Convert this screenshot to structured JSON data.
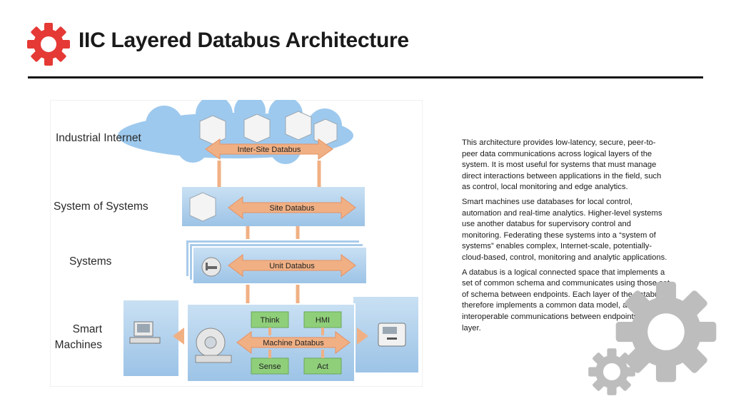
{
  "slide": {
    "title": "IIC Layered Databus Architecture",
    "accent_color": "#e53935",
    "icon": "gear-icon"
  },
  "diagram": {
    "layers": [
      {
        "label": "Industrial Internet",
        "bus": "Inter-Site Databus"
      },
      {
        "label": "System of Systems",
        "bus": "Site Databus"
      },
      {
        "label": "Systems",
        "bus": "Unit Databus"
      },
      {
        "label": "Smart\nMachines",
        "bus": "Machine Databus"
      }
    ],
    "machine_boxes": [
      "Think",
      "HMI",
      "Sense",
      "Act"
    ],
    "icons": [
      "building-icon",
      "patient-bed-icon",
      "computer-workstation-icon",
      "medical-scanner-icon",
      "infusion-monitor-icon"
    ]
  },
  "description": {
    "paragraphs": [
      "This architecture provides low-latency, secure, peer-to-peer data communications across logical layers of the system. It is most useful for systems that must manage direct interactions between applications in the field, such as control, local monitoring and edge analytics.",
      "Smart machines use databases for local control, automation and real-time analytics. Higher-level systems use another databus for supervisory control and monitoring. Federating these systems into a “system of systems” enables complex, Internet-scale, potentially-cloud-based, control, monitoring and analytic applications.",
      "A databus is a logical connected space that implements a set of common schema and communicates using those set of schema between endpoints. Each layer of the databus therefore implements a common data model, allowing interoperable communications between endpoints at that layer."
    ]
  },
  "decoration": {
    "icons": [
      "gear-icon",
      "gear-icon"
    ],
    "color": "#bdbdbd"
  }
}
